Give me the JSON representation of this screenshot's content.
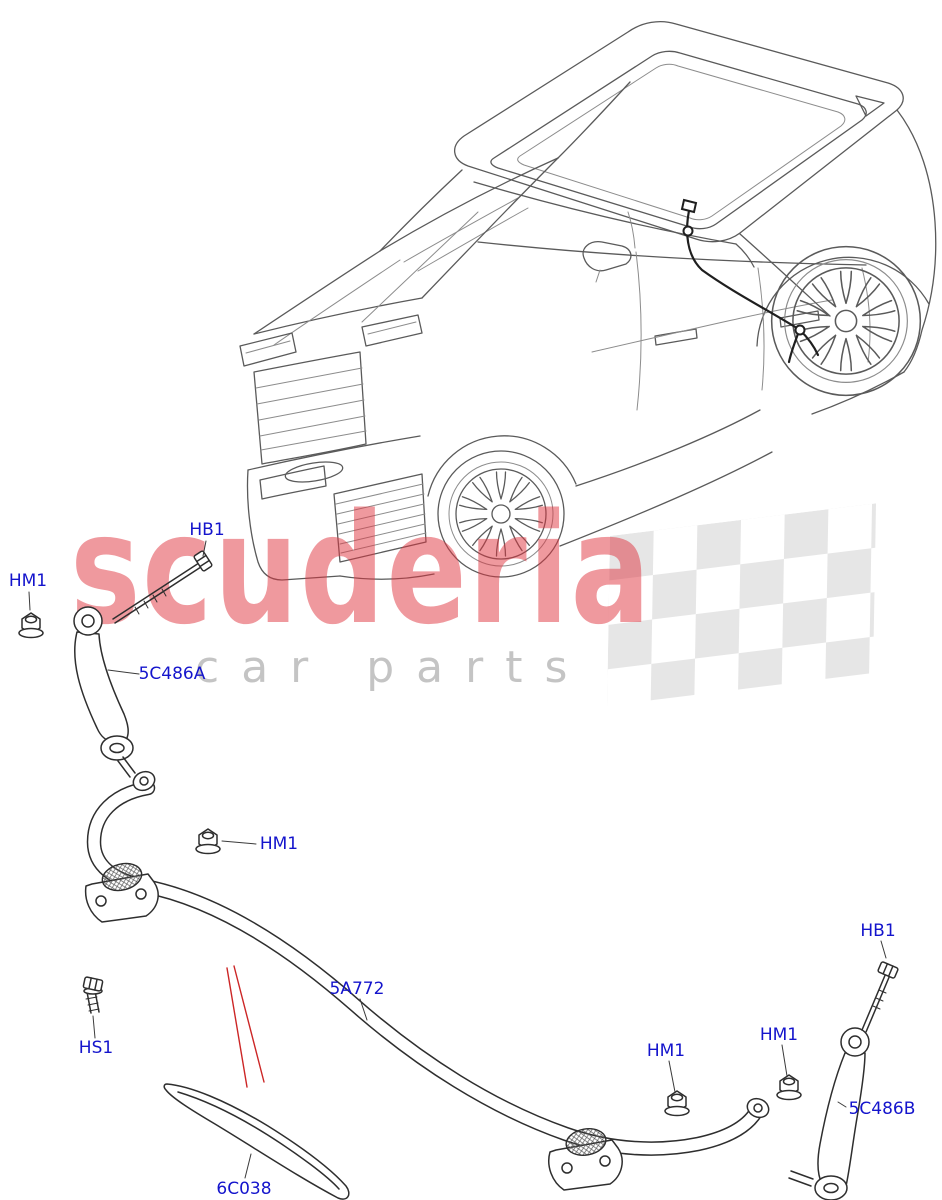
{
  "watermark": {
    "brand": "scuderia",
    "subtitle": "car parts"
  },
  "labels": {
    "hb1_front": "HB1",
    "hm1_front": "HM1",
    "part_5c486a": "5C486A",
    "hm1_bar_front": "HM1",
    "hs1": "HS1",
    "part_5a772": "5A772",
    "part_6c038": "6C038",
    "hm1_bar_rear": "HM1",
    "hm1_rear": "HM1",
    "hb1_rear": "HB1",
    "part_5c486b": "5C486B"
  },
  "colors": {
    "label_blue": "#1414cc",
    "callout_red": "#cc2626",
    "watermark_red": "#e03540",
    "watermark_gray": "#9d9d9d"
  }
}
